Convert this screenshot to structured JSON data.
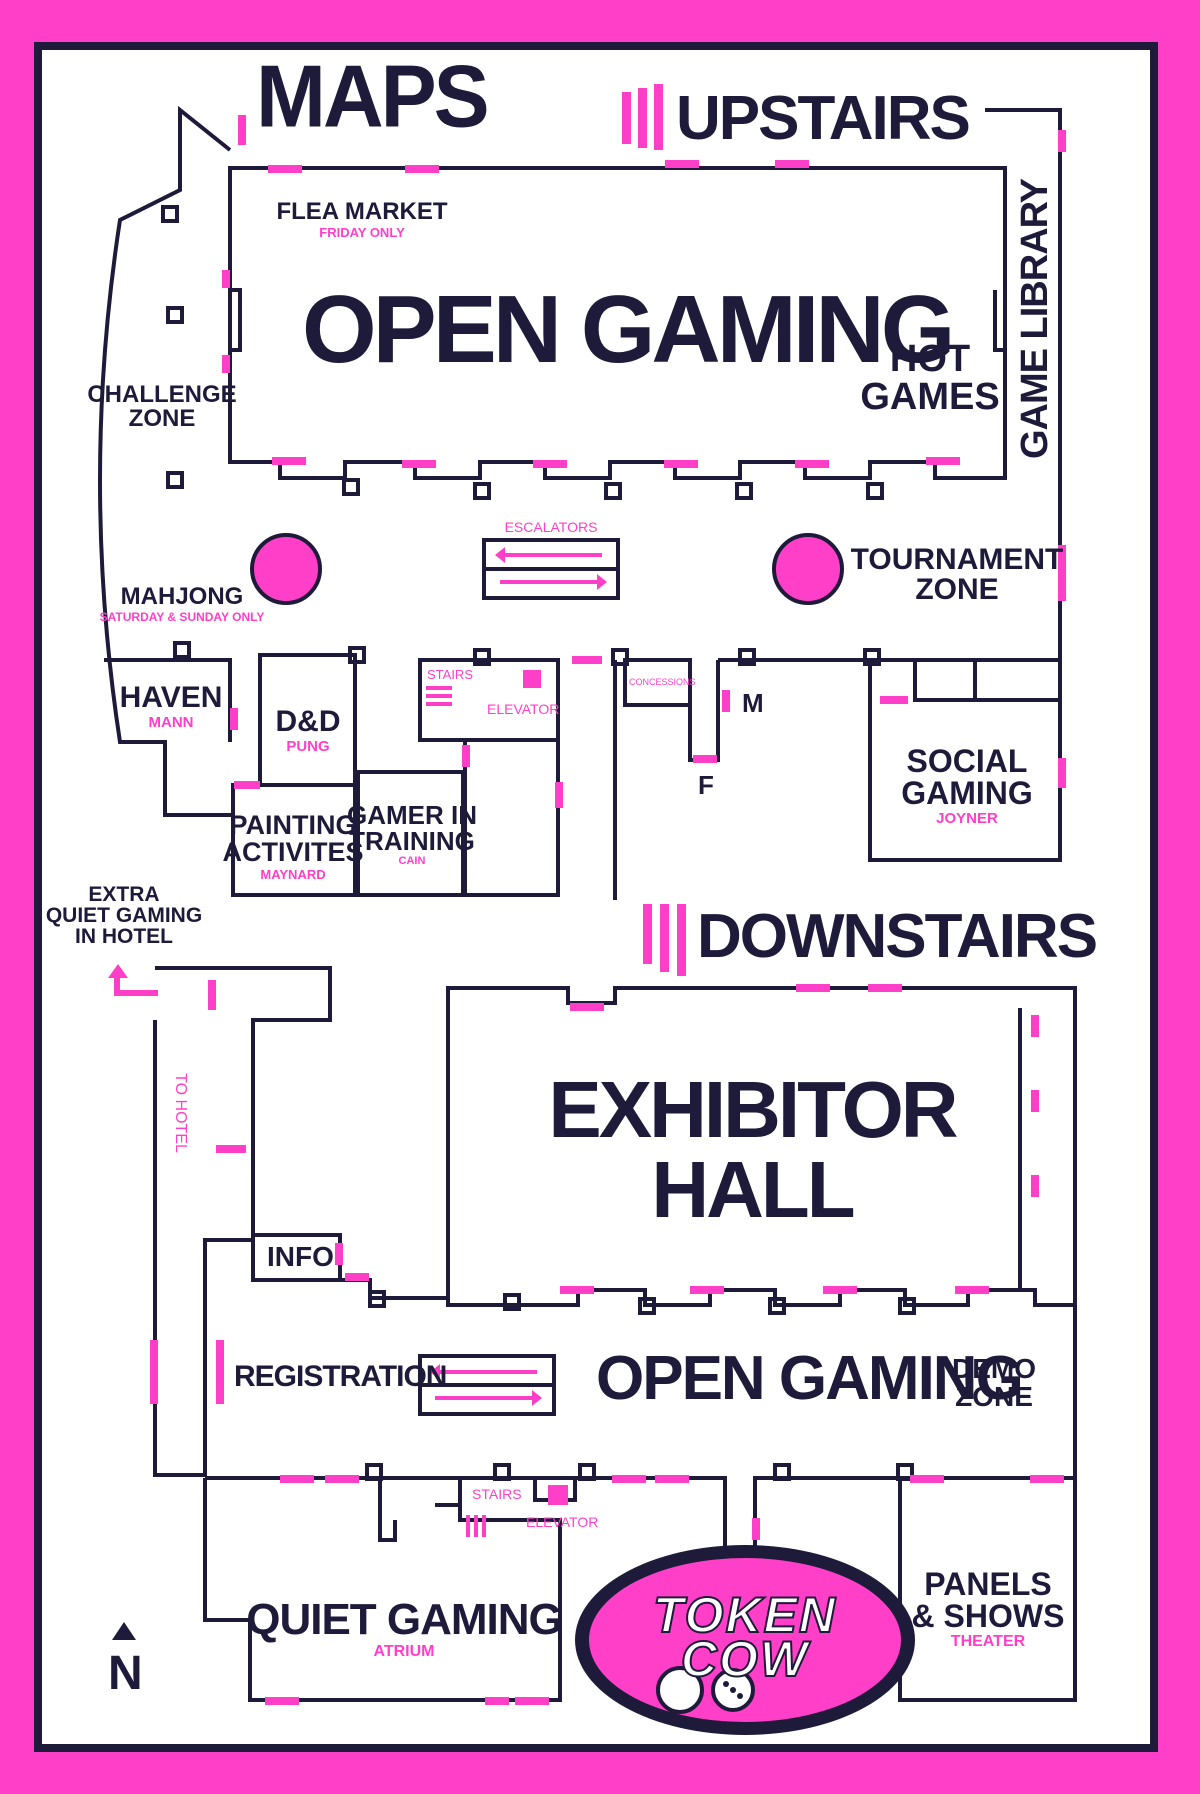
{
  "title": "MAPS",
  "upstairs": {
    "heading": "UPSTAIRS",
    "open_gaming": "OPEN GAMING",
    "flea_market": {
      "name": "FLEA MARKET",
      "note": "FRIDAY ONLY"
    },
    "hot_games": {
      "line1": "HOT",
      "line2": "GAMES"
    },
    "game_library": "GAME LIBRARY",
    "challenge_zone": {
      "line1": "CHALLENGE",
      "line2": "ZONE"
    },
    "escalators": "ESCALATORS",
    "tournament_zone": {
      "line1": "TOURNAMENT",
      "line2": "ZONE"
    },
    "mahjong": {
      "name": "MAHJONG",
      "note": "SATURDAY & SUNDAY ONLY"
    },
    "haven": {
      "name": "HAVEN",
      "room": "MANN"
    },
    "dnd": {
      "name": "D&D",
      "room": "PUNG"
    },
    "stairs": "STAIRS",
    "elevator": "ELEVATOR",
    "concessions": "CONCESSIONS",
    "restroom_m": "M",
    "restroom_f": "F",
    "social_gaming": {
      "line1": "SOCIAL",
      "line2": "GAMING",
      "room": "JOYNER"
    },
    "painting": {
      "line1": "PAINTING",
      "line2": "ACTIVITES",
      "room": "MAYNARD"
    },
    "gamer_training": {
      "line1": "GAMER IN",
      "line2": "TRAINING",
      "room": "CAIN"
    }
  },
  "downstairs": {
    "heading": "DOWNSTAIRS",
    "extra_quiet": {
      "line1": "EXTRA",
      "line2": "QUIET GAMING",
      "line3": "IN HOTEL"
    },
    "to_hotel": "TO HOTEL",
    "exhibitor_hall": {
      "line1": "EXHIBITOR",
      "line2": "HALL"
    },
    "info": "INFO",
    "registration": "REGISTRATION",
    "open_gaming": "OPEN GAMING",
    "demo_zone": {
      "line1": "DEMO",
      "line2": "ZONE"
    },
    "stairs": "STAIRS",
    "elevator": "ELEVATOR",
    "quiet_gaming": {
      "name": "QUIET GAMING",
      "room": "ATRIUM"
    },
    "panels_shows": {
      "line1": "PANELS",
      "line2": "& SHOWS",
      "room": "THEATER"
    }
  },
  "compass": "N",
  "logo": {
    "line1": "TOKEN",
    "line2": "COW"
  },
  "colors": {
    "navy": "#1e1b3a",
    "pink": "#ff3fc8",
    "paper": "#ffffff"
  }
}
